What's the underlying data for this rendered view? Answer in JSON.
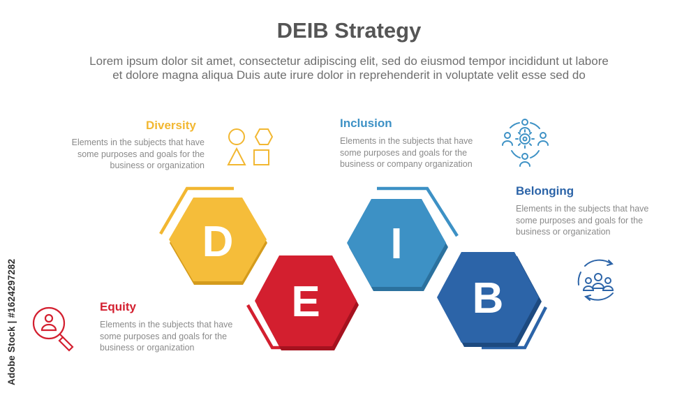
{
  "header": {
    "title": "DEIB Strategy",
    "subtitle_lines": [
      "Lorem ipsum dolor sit amet, consectetur adipiscing elit, sed do eiusmod tempor incididunt ut labore",
      "et dolore magna aliqua Duis aute irure dolor in reprehenderit in voluptate velit esse sed do"
    ]
  },
  "blocks": {
    "diversity": {
      "letter": "D",
      "title": "Diversity",
      "desc_lines": [
        "Elements in the subjects that have",
        "some purposes and goals for the",
        "business or organization"
      ],
      "color": "#f2b731",
      "icon": "shapes-icon"
    },
    "equity": {
      "letter": "E",
      "title": "Equity",
      "desc_lines": [
        "Elements in the subjects that have",
        "some purposes and goals for the",
        "business or organization"
      ],
      "color": "#d31f2f",
      "icon": "magnifier-person-icon"
    },
    "inclusion": {
      "letter": "I",
      "title": "Inclusion",
      "desc_lines": [
        "Elements in the subjects that have",
        "some purposes and goals for the",
        "business or company organization"
      ],
      "color": "#3d91c5",
      "icon": "team-gear-icon"
    },
    "belonging": {
      "letter": "B",
      "title": "Belonging",
      "desc_lines": [
        "Elements in the subjects that have",
        "some purposes and goals for the",
        "business or organization"
      ],
      "color": "#2c64a8",
      "icon": "group-cycle-icon"
    }
  },
  "watermark": "Adobe Stock | #1624297282"
}
